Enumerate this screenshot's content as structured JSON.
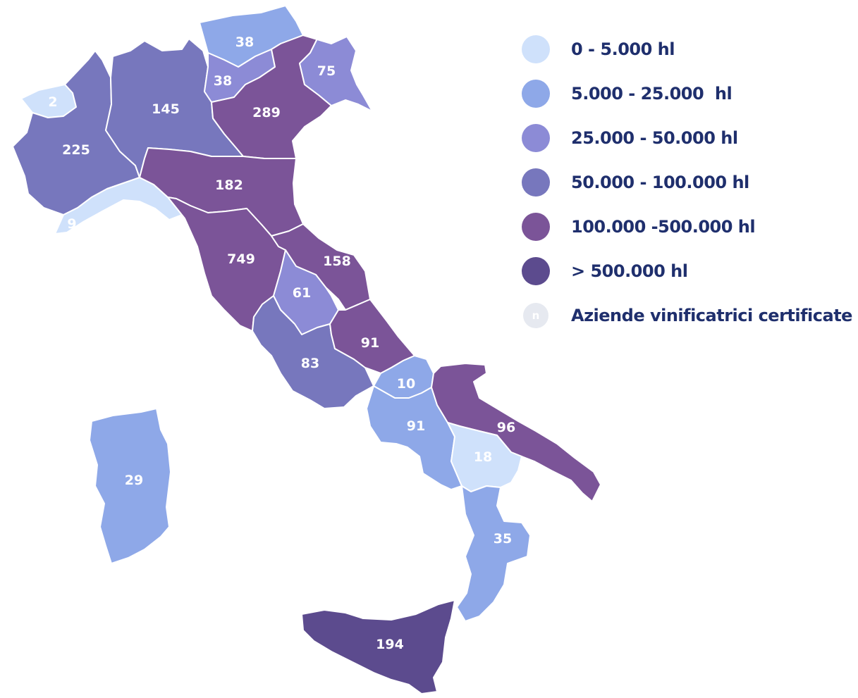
{
  "map": {
    "regions": [
      {
        "name": "Valle d'Aosta",
        "id": "valle-d-aosta",
        "value": "2",
        "class": 0
      },
      {
        "name": "Piemonte",
        "id": "piemonte",
        "value": "225",
        "class": 3
      },
      {
        "name": "Liguria",
        "id": "liguria",
        "value": "9",
        "class": 0
      },
      {
        "name": "Lombardia",
        "id": "lombardia",
        "value": "145",
        "class": 3
      },
      {
        "name": "Alto Adige",
        "id": "alto-adige",
        "value": "38",
        "class": 1
      },
      {
        "name": "Trentino",
        "id": "trentino",
        "value": "38",
        "class": 2
      },
      {
        "name": "Veneto",
        "id": "veneto",
        "value": "289",
        "class": 4
      },
      {
        "name": "Friuli Venezia Giulia",
        "id": "friuli-venezia-giulia",
        "value": "75",
        "class": 2
      },
      {
        "name": "Emilia-Romagna",
        "id": "emilia-romagna",
        "value": "182",
        "class": 4
      },
      {
        "name": "Toscana",
        "id": "toscana",
        "value": "749",
        "class": 4
      },
      {
        "name": "Marche",
        "id": "marche",
        "value": "158",
        "class": 4
      },
      {
        "name": "Umbria",
        "id": "umbria",
        "value": "61",
        "class": 2
      },
      {
        "name": "Lazio",
        "id": "lazio",
        "value": "83",
        "class": 3
      },
      {
        "name": "Abruzzo",
        "id": "abruzzo",
        "value": "91",
        "class": 4
      },
      {
        "name": "Molise",
        "id": "molise",
        "value": "10",
        "class": 1
      },
      {
        "name": "Campania",
        "id": "campania",
        "value": "91",
        "class": 1
      },
      {
        "name": "Puglia",
        "id": "puglia",
        "value": "96",
        "class": 4
      },
      {
        "name": "Basilicata",
        "id": "basilicata",
        "value": "18",
        "class": 0
      },
      {
        "name": "Calabria",
        "id": "calabria",
        "value": "35",
        "class": 1
      },
      {
        "name": "Sicilia",
        "id": "sicilia",
        "value": "194",
        "class": 5
      },
      {
        "name": "Sardegna",
        "id": "sardegna",
        "value": "29",
        "class": 1
      }
    ]
  },
  "legend": {
    "items": [
      {
        "label": "0 - 5.000 hl",
        "color": "#cfe1fb"
      },
      {
        "label": "5.000 - 25.000  hl",
        "color": "#8ea8e8"
      },
      {
        "label": "25.000 - 50.000 hl",
        "color": "#8c8bd6"
      },
      {
        "label": "50.000 - 100.000 hl",
        "color": "#7777bd"
      },
      {
        "label": "100.000 -500.000 hl",
        "color": "#7b5498"
      },
      {
        "label": "> 500.000 hl",
        "color": "#5c4b8e"
      }
    ],
    "note": {
      "symbol": "n",
      "label": "Aziende vinificatrici certificate",
      "color": "#e6e9f0"
    }
  }
}
